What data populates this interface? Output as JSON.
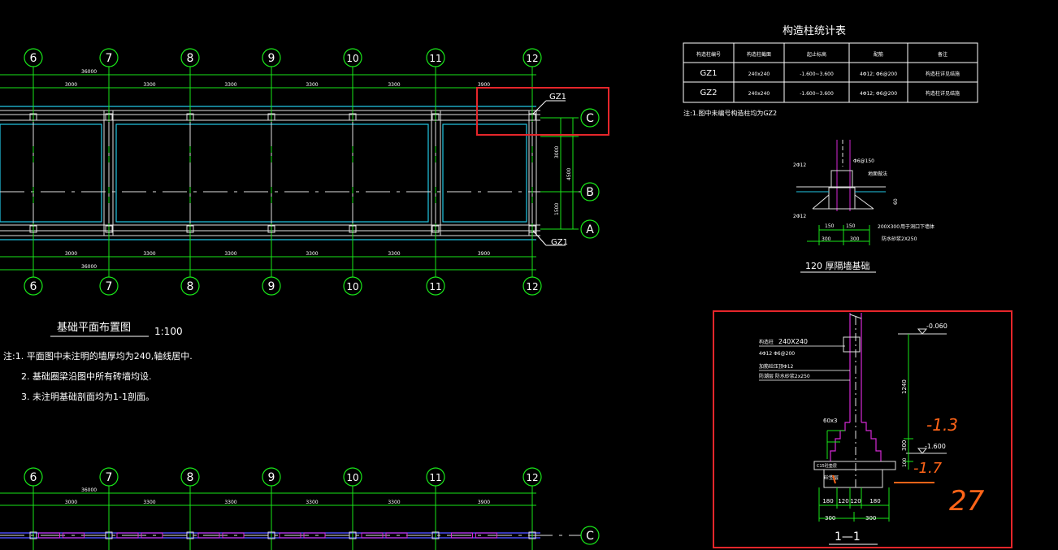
{
  "axes": {
    "columns": [
      "6",
      "7",
      "8",
      "9",
      "10",
      "11",
      "12"
    ],
    "rows": [
      "C",
      "B",
      "A"
    ],
    "total_dim": "36000",
    "spans": [
      "3000",
      "3300",
      "3300",
      "3300",
      "3300",
      "3900"
    ],
    "bottom_spans": [
      "3000",
      "3300",
      "3300",
      "3300",
      "3300",
      "3900"
    ],
    "lower_spans": [
      "3000",
      "3300",
      "3300",
      "3300",
      "3300",
      "3900"
    ],
    "right_dims": [
      "3000",
      "4500",
      "1500"
    ]
  },
  "labels": {
    "gz1_top": "GZ1",
    "gz1_bottom": "GZ1"
  },
  "plan": {
    "title": "基础平面布置图",
    "scale": "1:100",
    "notes": [
      "注:1. 平面图中未注明的墙厚均为240,轴线居中.",
      "2. 基础圈梁沿图中所有砖墙均设.",
      "3. 未注明基础剖面均为1-1剖面。"
    ]
  },
  "table": {
    "title": "构造柱统计表",
    "headers": [
      "构造柱编号",
      "构造柱截面",
      "起止标高",
      "配筋",
      "备注"
    ],
    "rows": [
      [
        "GZ1",
        "240x240",
        "-1.600~3.600",
        "4Φ12; Φ6@200",
        "构造柱详见结施"
      ],
      [
        "GZ2",
        "240x240",
        "-1.600~3.600",
        "4Φ12; Φ6@200",
        "构造柱详见结施"
      ]
    ],
    "note": "注:1.图中未编号构造柱均为GZ2"
  },
  "detail_120": {
    "title": "120 厚隔墙基础",
    "labels": [
      "Φ6@150",
      "2Φ12",
      "2Φ12",
      "地面做法",
      "200X300",
      "用于洞口下墙体",
      "防水砂浆2X250",
      "150",
      "150",
      "300",
      "300",
      "60"
    ]
  },
  "section_1_1": {
    "title": "1—1",
    "col_label": "构造柱",
    "col_size": "240X240",
    "rebar": "4Φ12 Φ6@200",
    "line3": "加筋砼压顶Φ12",
    "line4": "防潮层 防水砂浆2x250",
    "elev_top": "-0.060",
    "elev_bottom": "-1.600",
    "dim_1240": "1240",
    "dim_300": "300",
    "dim_100": "100",
    "step_label": "60x3",
    "base_label": "砼垫层",
    "base_label2": "C15砼垫层",
    "bottom_dims": [
      "180",
      "120",
      "120",
      "180"
    ],
    "width_dims": [
      "300",
      "300"
    ]
  },
  "annotations": {
    "handwrite_1": "-1.3",
    "handwrite_2": "-1.7",
    "handwrite_3": "27"
  },
  "colors": {
    "axis_circle": "#19e619",
    "wall": "#e0e0e0",
    "cyan": "#22c8e6",
    "magenta": "#d629d6",
    "yellow": "#e6e619",
    "highlight": "#e6262b",
    "orange": "#ff6418",
    "text": "#ffffff"
  }
}
